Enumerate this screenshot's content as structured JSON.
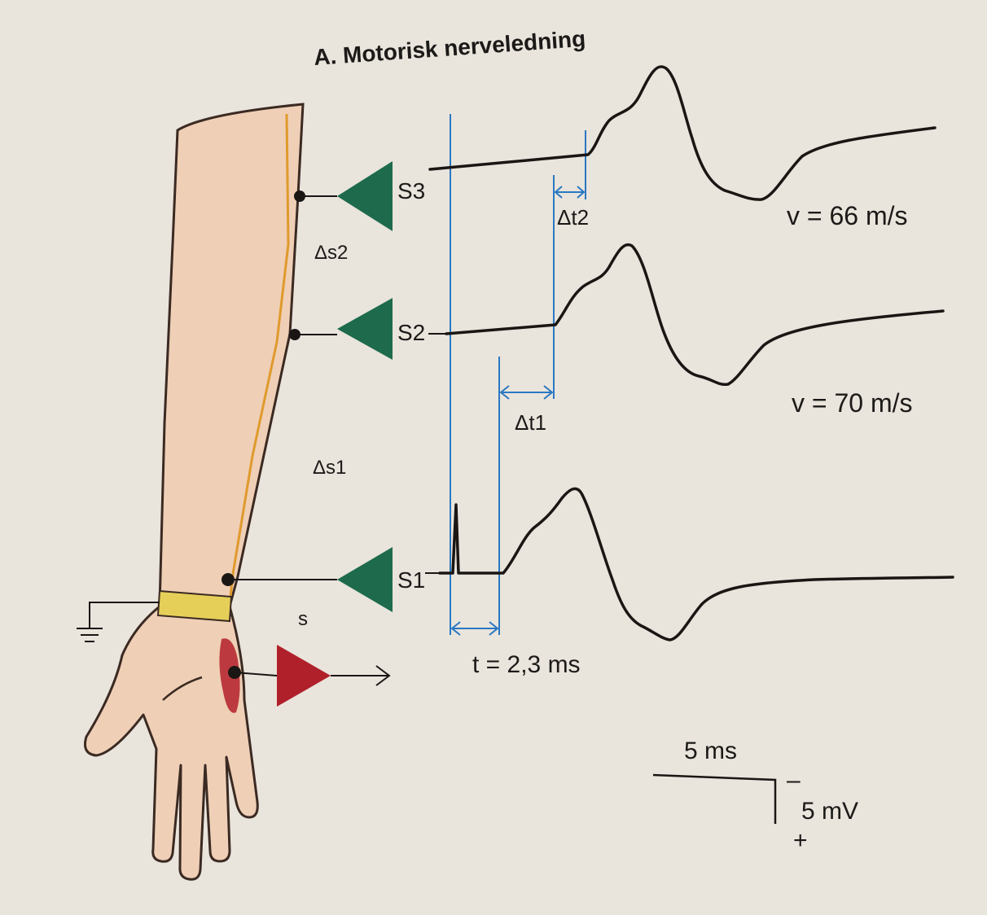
{
  "title": "A. Motorisk nerveledning",
  "stimulation_labels": {
    "s1": "S1",
    "s2": "S2",
    "s3": "S3",
    "stim_site": "s"
  },
  "distance_labels": {
    "ds1": "Δs1",
    "ds2": "Δs2"
  },
  "time_labels": {
    "dt1": "Δt1",
    "dt2": "Δt2",
    "latency": "t = 2,3 ms"
  },
  "velocities": {
    "v_upper": "v = 66 m/s",
    "v_lower": "v = 70 m/s"
  },
  "scale_bar": {
    "time": "5 ms",
    "amplitude": "5 mV",
    "minus": "–",
    "plus": "+"
  },
  "colors": {
    "skin": "#efcfb6",
    "skin_outline": "#3a2a22",
    "nerve": "#e09a2c",
    "electrode": "#1d6b4c",
    "stimulator": "#b0202a",
    "band": "#e6cf59",
    "marker": "#2a78c2",
    "trace": "#1a1614"
  }
}
